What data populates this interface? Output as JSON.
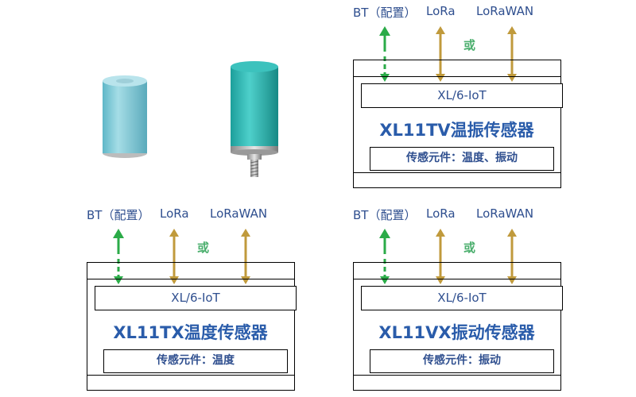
{
  "colors": {
    "bt_arrow": "#2bab48",
    "lora_arrow": "#c09a3c",
    "text_blue": "#2f4f8f",
    "title_blue": "#2a5caa",
    "or_green": "#4caf6e",
    "sensor_cyan": "#7cc8d6",
    "sensor_teal": "#2fb4b0"
  },
  "photos": {
    "left_sensor": "cyan cylindrical sensor",
    "right_sensor": "teal cylindrical sensor with threaded stud"
  },
  "diagrams": [
    {
      "bt_label": "BT（配置）",
      "lora_label": "LoRa",
      "lorawan_label": "LoRaWAN",
      "or_label": "或",
      "module_label": "XL/6-IoT",
      "title": "XL11TV温振传感器",
      "element_label": "传感元件：温度、振动"
    },
    {
      "bt_label": "BT（配置）",
      "lora_label": "LoRa",
      "lorawan_label": "LoRaWAN",
      "or_label": "或",
      "module_label": "XL/6-IoT",
      "title": "XL11TX温度传感器",
      "element_label": "传感元件：温度"
    },
    {
      "bt_label": "BT（配置）",
      "lora_label": "LoRa",
      "lorawan_label": "LoRaWAN",
      "or_label": "或",
      "module_label": "XL/6-IoT",
      "title": "XL11VX振动传感器",
      "element_label": "传感元件：振动"
    }
  ]
}
